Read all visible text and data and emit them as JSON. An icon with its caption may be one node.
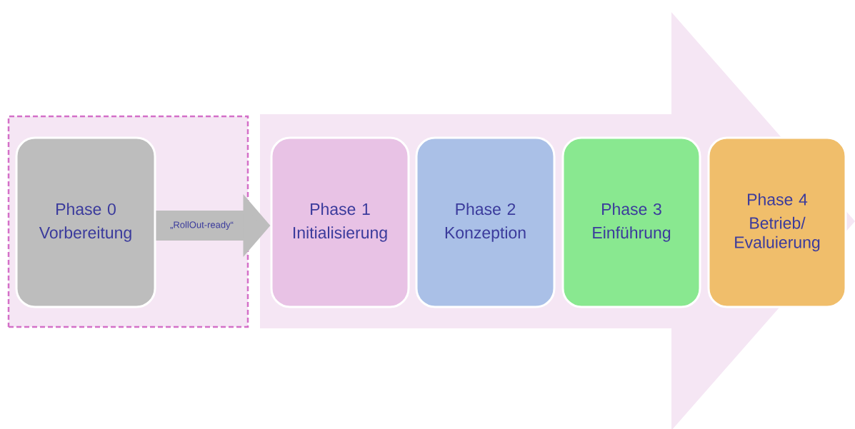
{
  "diagram": {
    "nodes": [
      {
        "text": [],
        "shape": "box"
      },
      {
        "text": [
          "Phase 0",
          "Vorbereitung"
        ],
        "in": 0
      },
      {
        "text": [
          "Phase 1",
          "Initialisierung"
        ]
      },
      {
        "text": [
          "Phase 2",
          "Konzeption"
        ]
      },
      {
        "text": [
          "Phase 3",
          "Einführung"
        ]
      },
      {
        "text": [
          "Phase 4",
          "Betrieb/ Evaluierung"
        ]
      }
    ],
    "edges": [
      {
        "from": 1,
        "to": 2,
        "arrow": "to",
        "label": "„RollOut-ready“"
      },
      {
        "from": 2,
        "to": 5,
        "arrow": "to",
        "style": "thick",
        "color": "#f5e6f4"
      }
    ]
  }
}
